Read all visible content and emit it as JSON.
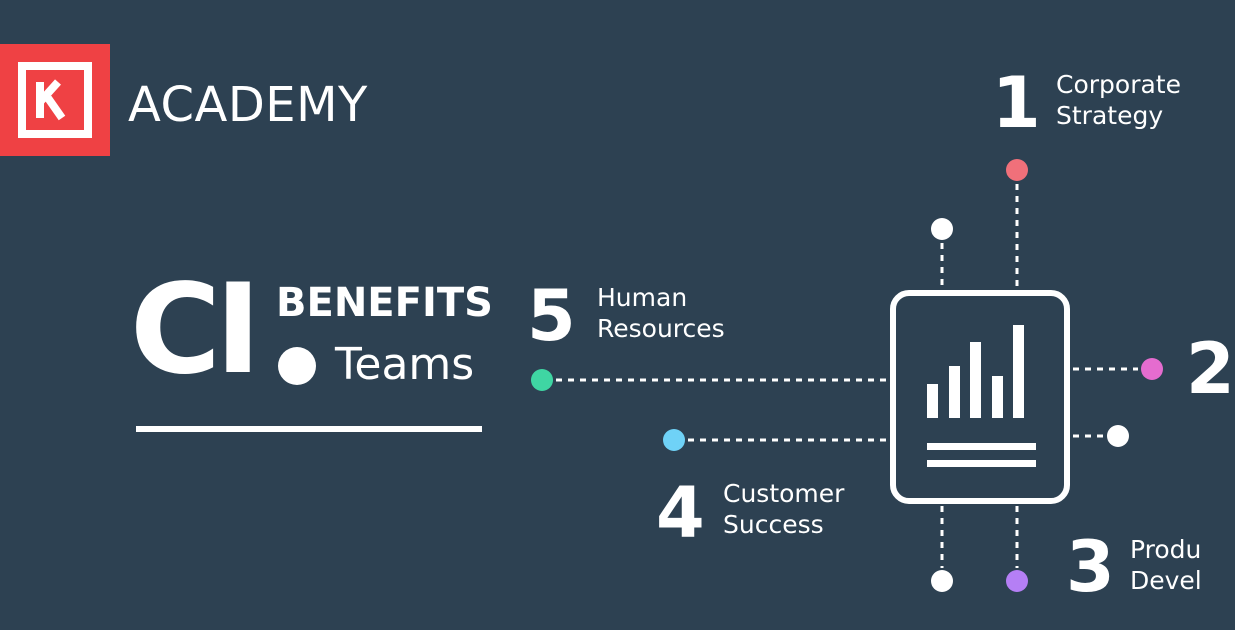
{
  "brand": {
    "name": "ACADEMY",
    "logo_color": "#ef4144"
  },
  "headline": {
    "main": "CI",
    "top": "BENEFITS",
    "bottom": "Teams"
  },
  "teams": [
    {
      "number": "1",
      "line1": "Corporate",
      "line2": "Strategy",
      "color": "#f0707a"
    },
    {
      "number": "2",
      "line1": "",
      "line2": "",
      "color": "#e56ccf"
    },
    {
      "number": "3",
      "line1": "Produ",
      "line2": "Devel",
      "color": "#b57ff5"
    },
    {
      "number": "4",
      "line1": "Customer",
      "line2": "Success",
      "color": "#6fd2f7"
    },
    {
      "number": "5",
      "line1": "Human",
      "line2": "Resources",
      "color": "#3fd6a3"
    }
  ],
  "colors": {
    "background": "#2d4152",
    "foreground": "#ffffff",
    "neutral_node": "#ffffff"
  },
  "icon": "bar-chart-document-icon"
}
